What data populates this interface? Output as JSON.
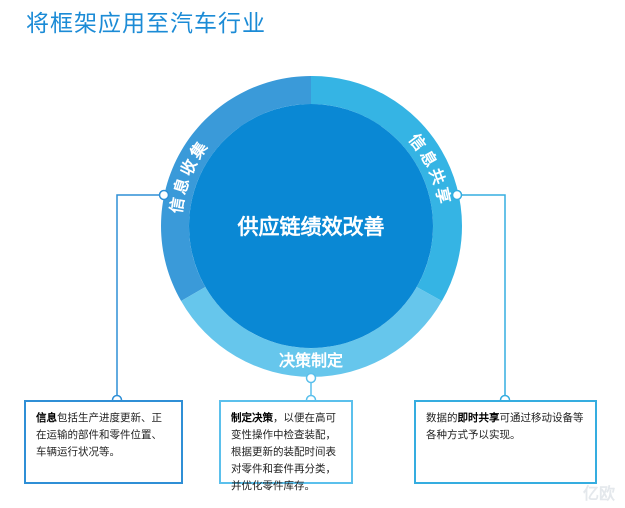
{
  "title": "将框架应用至汽车行业",
  "center": {
    "label": "供应链绩效改善"
  },
  "segments": [
    {
      "label": "信息收集",
      "color": "#3a9ad9"
    },
    {
      "label": "信息共享",
      "color": "#35b4e4"
    },
    {
      "label": "决策制定",
      "color": "#66c6ec"
    }
  ],
  "center_color": "#0a88d4",
  "boxes": [
    {
      "bold": "信息",
      "text": "包括生产进度更新、正在运输的部件和零件位置、车辆运行状况等。",
      "color": "#2f8fd6"
    },
    {
      "bold": "制定决策",
      "text": "，以便在高可变性操作中检查装配，根据更新的装配时间表对零件和套件再分类，并优化零件库存。",
      "color": "#5bc0ec"
    },
    {
      "prefix": "数据的",
      "bold": "即时共享",
      "text": "可通过移动设备等各种方式予以实现。",
      "color": "#35ade0"
    }
  ],
  "watermark": "亿欧"
}
